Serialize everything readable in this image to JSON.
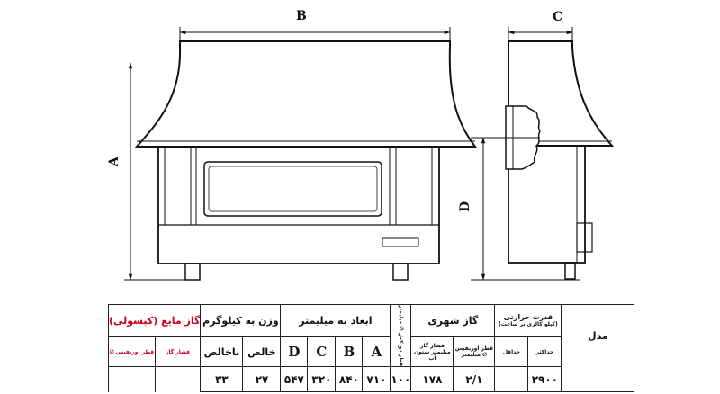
{
  "dimension_labels": {
    "a": "A",
    "b": "B",
    "c": "C",
    "d": "D"
  },
  "table": {
    "model": "مدل",
    "heat_capacity": "قدرت حرارتی",
    "heat_capacity_unit": "(کیلو کالری بر ساعت)",
    "heat_max": "حداکثر",
    "heat_min": "حداقل",
    "city_gas": "گاز شهری",
    "city_gas_pressure": "فشار گاز میلیمتر ستون آب",
    "city_gas_injector": "قطر اوریفیس ∅ میلیمتر",
    "flue_diameter": "قطر دودکش ∅ میلیمتر",
    "dimensions_mm": "ابعاد به میلیمتر",
    "dim_letters": [
      "A",
      "B",
      "C",
      "D"
    ],
    "weight_kg": "وزن به کیلوگرم",
    "weight_net": "خالص",
    "weight_gross": "ناخالص",
    "lpg": "گاز مایع (کپسولی)",
    "lpg_pressure": "فشار گاز",
    "lpg_injector": "قطر اوریفیس ∅",
    "values": {
      "heat_max": "۲۹۰۰",
      "city_gas_pressure": "۱۷۸",
      "city_gas_injector": "۲/۱",
      "flue": "۱۰۰",
      "A": "۷۱۰",
      "B": "۸۴۰",
      "C": "۳۲۰",
      "D": "۵۴۷",
      "weight_net": "۲۷",
      "weight_gross": "۳۳"
    }
  }
}
